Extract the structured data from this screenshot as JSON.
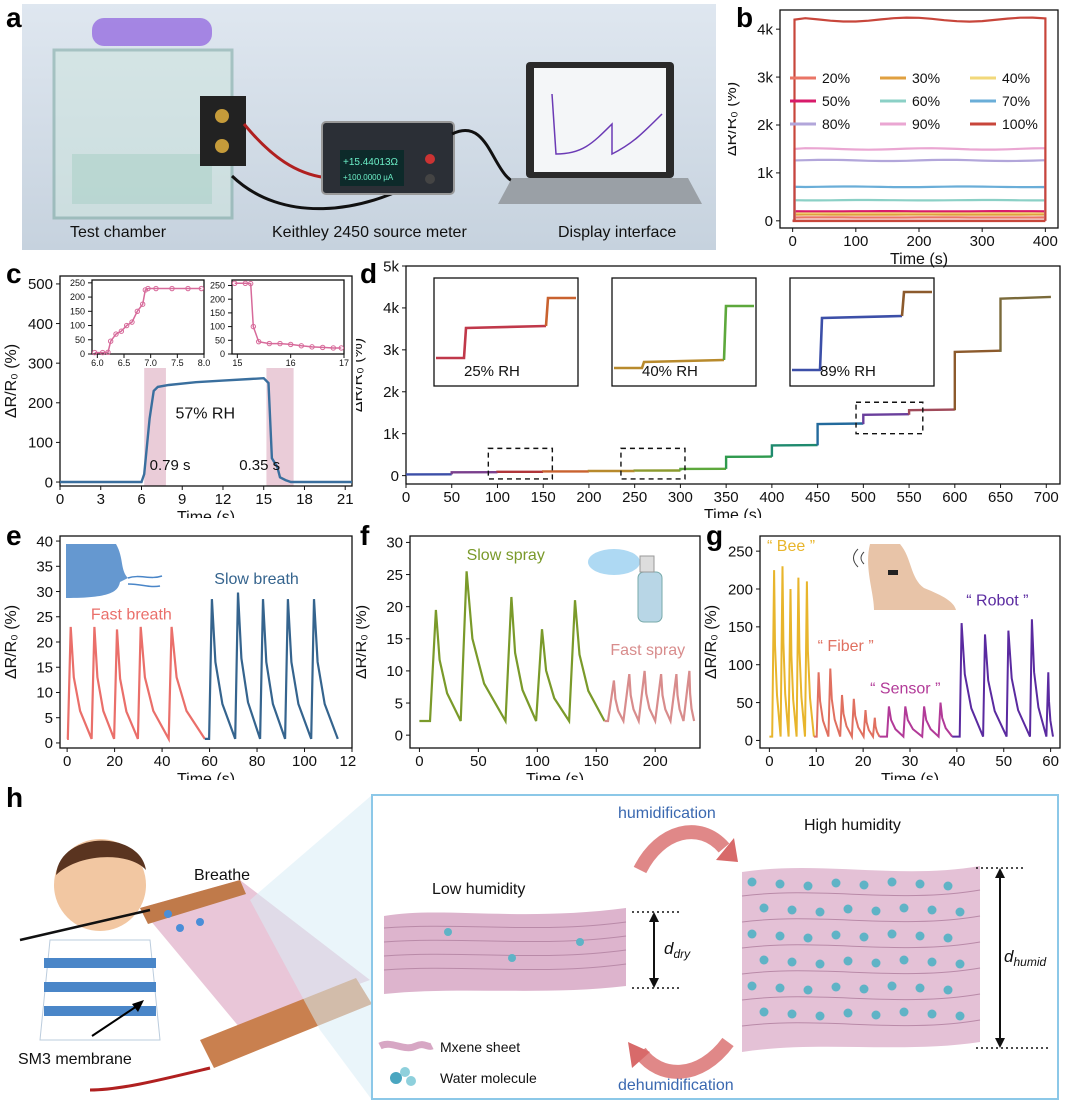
{
  "letters": [
    "a",
    "b",
    "c",
    "d",
    "e",
    "f",
    "g",
    "h"
  ],
  "panel_a": {
    "labels": [
      "Test chamber",
      "Keithley 2450 source meter",
      "Display interface"
    ],
    "meter_readout": [
      "+15.44013Ω",
      "+100.0000 µA"
    ]
  },
  "panel_h": {
    "breathe": "Breathe",
    "membrane": "SM3 membrane",
    "low": "Low humidity",
    "high": "High humidity",
    "humidification": "humidification",
    "dehumidification": "dehumidification",
    "d_dry": "d",
    "d_dry_sub": "dry",
    "d_humid": "d",
    "d_humid_sub": "humid",
    "legend_sheet": "Mxene sheet",
    "legend_water": "Water molecule"
  },
  "colors": {
    "blue_line": "#3a6f9e",
    "pink_shade": "#e8c7d4",
    "red_frame": "#c8463b"
  },
  "chart_data": [
    {
      "id": "b",
      "type": "line",
      "xlabel": "Time (s)",
      "ylabel": "ΔR/R₀ (%)",
      "xlim": [
        -20,
        420
      ],
      "ylim": [
        -150,
        4400
      ],
      "xticks": [
        0,
        100,
        200,
        300,
        400
      ],
      "xticklabels": [
        "0",
        "100",
        "200",
        "300",
        "400"
      ],
      "yticks": [
        0,
        1000,
        2000,
        3000,
        4000
      ],
      "yticklabels": [
        "0",
        "1k",
        "2k",
        "3k",
        "4k"
      ],
      "legend": "upper-center, 3 columns",
      "series": [
        {
          "name": "20%",
          "color": "#ea7566",
          "level": 70
        },
        {
          "name": "30%",
          "color": "#e0a040",
          "level": 130
        },
        {
          "name": "40%",
          "color": "#f2d87a",
          "level": 170
        },
        {
          "name": "50%",
          "color": "#d81b6a",
          "level": 200
        },
        {
          "name": "60%",
          "color": "#8bd0c6",
          "level": 430
        },
        {
          "name": "70%",
          "color": "#6aaed8",
          "level": 710
        },
        {
          "name": "80%",
          "color": "#b2a6da",
          "level": 1260
        },
        {
          "name": "90%",
          "color": "#eaa6d2",
          "level": 1500
        },
        {
          "name": "100%",
          "color": "#c8463b",
          "level": 4200
        }
      ]
    },
    {
      "id": "c",
      "type": "line",
      "xlabel": "Time (s)",
      "ylabel": "ΔR/R₀ (%)",
      "xlim": [
        0,
        21.5
      ],
      "ylim": [
        -10,
        520
      ],
      "xticks": [
        0,
        3,
        6,
        9,
        12,
        15,
        18,
        21
      ],
      "xticklabels": [
        "0",
        "3",
        "6",
        "9",
        "12",
        "15",
        "18",
        "21"
      ],
      "yticks": [
        0,
        100,
        200,
        300,
        400,
        500
      ],
      "yticklabels": [
        "0",
        "100",
        "200",
        "300",
        "400",
        "500"
      ],
      "annotations": [
        "57% RH",
        "0.79 s",
        "0.35 s"
      ],
      "shaded_x": [
        [
          6.2,
          7.8
        ],
        [
          15.2,
          17.2
        ]
      ],
      "x": [
        0,
        3,
        6,
        6.2,
        6.6,
        6.9,
        7.2,
        8,
        10,
        12,
        14,
        15,
        15.35,
        15.6,
        16,
        16.2,
        16.6,
        17,
        18,
        21.5
      ],
      "y": [
        0,
        0,
        0,
        20,
        160,
        230,
        240,
        245,
        252,
        256,
        260,
        262,
        250,
        60,
        38,
        12,
        5,
        0,
        0,
        0
      ],
      "insets": [
        {
          "xlim": [
            5.9,
            8.0
          ],
          "ylim": [
            0,
            260
          ],
          "xticks": [
            6.0,
            6.5,
            7.0,
            7.5,
            8.0
          ],
          "xticklabels": [
            "6.0",
            "6.5",
            "7.0",
            "7.5",
            "8.0"
          ],
          "yticks": [
            0,
            50,
            100,
            150,
            200,
            250
          ],
          "yticklabels": [
            "0",
            "50",
            "100",
            "150",
            "200",
            "250"
          ],
          "x": [
            5.95,
            6.1,
            6.2,
            6.25,
            6.35,
            6.45,
            6.55,
            6.65,
            6.75,
            6.85,
            6.9,
            6.95,
            7.1,
            7.4,
            7.7,
            7.95
          ],
          "y": [
            5,
            5,
            6,
            45,
            70,
            80,
            100,
            112,
            150,
            175,
            225,
            230,
            230,
            230,
            230,
            230
          ]
        },
        {
          "xlim": [
            14.9,
            17.0
          ],
          "ylim": [
            0,
            270
          ],
          "xticks": [
            15,
            16,
            17
          ],
          "xticklabels": [
            "15",
            "16",
            "17"
          ],
          "yticks": [
            0,
            50,
            100,
            150,
            200,
            250
          ],
          "yticklabels": [
            "0",
            "50",
            "100",
            "150",
            "200",
            "250"
          ],
          "x": [
            14.95,
            15.15,
            15.25,
            15.3,
            15.4,
            15.6,
            15.8,
            16.0,
            16.2,
            16.4,
            16.6,
            16.8,
            16.95
          ],
          "y": [
            258,
            258,
            257,
            100,
            45,
            38,
            38,
            35,
            30,
            26,
            24,
            22,
            22
          ]
        }
      ]
    },
    {
      "id": "d",
      "type": "line",
      "xlabel": "Time (s)",
      "ylabel": "ΔR/R₀ (%)",
      "xlim": [
        0,
        715
      ],
      "ylim": [
        -200,
        5000
      ],
      "xticks": [
        0,
        50,
        100,
        150,
        200,
        250,
        300,
        350,
        400,
        450,
        500,
        550,
        600,
        650,
        700
      ],
      "xticklabels": [
        "0",
        "50",
        "100",
        "150",
        "200",
        "250",
        "300",
        "350",
        "400",
        "450",
        "500",
        "550",
        "600",
        "650",
        "700"
      ],
      "yticks": [
        0,
        1000,
        2000,
        3000,
        4000,
        5000
      ],
      "yticklabels": [
        "0",
        "1k",
        "2k",
        "3k",
        "4k",
        "5k"
      ],
      "inset_labels": [
        "25% RH",
        "40% RH",
        "89% RH"
      ],
      "steps": [
        {
          "x0": 0,
          "x1": 50,
          "y": 30,
          "color": "#3c4fa8"
        },
        {
          "x0": 50,
          "x1": 100,
          "y": 80,
          "color": "#7a3f8d"
        },
        {
          "x0": 100,
          "x1": 150,
          "y": 90,
          "color": "#b0353a"
        },
        {
          "x0": 150,
          "x1": 200,
          "y": 100,
          "color": "#c9622f"
        },
        {
          "x0": 200,
          "x1": 250,
          "y": 110,
          "color": "#b88a2c"
        },
        {
          "x0": 250,
          "x1": 300,
          "y": 120,
          "color": "#8c9a2e"
        },
        {
          "x0": 300,
          "x1": 350,
          "y": 160,
          "color": "#5da83c"
        },
        {
          "x0": 350,
          "x1": 400,
          "y": 450,
          "color": "#2f9a4e"
        },
        {
          "x0": 400,
          "x1": 450,
          "y": 720,
          "color": "#1f8a6e"
        },
        {
          "x0": 450,
          "x1": 500,
          "y": 1230,
          "color": "#236a9c"
        },
        {
          "x0": 500,
          "x1": 550,
          "y": 1450,
          "color": "#6a3f9c"
        },
        {
          "x0": 550,
          "x1": 600,
          "y": 1560,
          "color": "#a04a5a"
        },
        {
          "x0": 600,
          "x1": 650,
          "y": 2950,
          "color": "#8c5a2c"
        },
        {
          "x0": 650,
          "x1": 705,
          "y": 4220,
          "color": "#7a6a3a"
        }
      ],
      "dashed_boxes_x": [
        [
          90,
          160
        ],
        [
          235,
          305
        ],
        [
          492,
          565
        ]
      ]
    },
    {
      "id": "e",
      "type": "line",
      "xlabel": "Time (s)",
      "ylabel": "ΔR/R₀ (%)",
      "xlim": [
        -3,
        120
      ],
      "ylim": [
        -1,
        41
      ],
      "xticks": [
        0,
        20,
        40,
        60,
        80,
        100,
        120
      ],
      "xticklabels": [
        "0",
        "20",
        "40",
        "60",
        "80",
        "100",
        "120"
      ],
      "yticks": [
        0,
        5,
        10,
        15,
        20,
        25,
        30,
        35,
        40
      ],
      "yticklabels": [
        "0",
        "5",
        "10",
        "15",
        "20",
        "25",
        "30",
        "35",
        "40"
      ],
      "series": [
        {
          "name": "Fast breath",
          "color": "#ea6f6a",
          "peaks": [
            1.5,
            11.5,
            21,
            31,
            44
          ],
          "peak_values": [
            23,
            23,
            22.5,
            23,
            23
          ],
          "x_end": 58
        },
        {
          "name": "Slow breath",
          "color": "#35648e",
          "peaks": [
            61,
            72,
            82.5,
            93,
            104
          ],
          "peak_values": [
            28.5,
            29.8,
            28.5,
            28.5,
            28.5
          ],
          "x_end": 114
        }
      ]
    },
    {
      "id": "f",
      "type": "line",
      "xlabel": "Time (s)",
      "ylabel": "ΔR/R₀ (%)",
      "xlim": [
        -8,
        238
      ],
      "ylim": [
        -2,
        31
      ],
      "xticks": [
        0,
        50,
        100,
        150,
        200
      ],
      "xticklabels": [
        "0",
        "50",
        "100",
        "150",
        "200"
      ],
      "yticks": [
        0,
        5,
        10,
        15,
        20,
        25,
        30
      ],
      "yticklabels": [
        "0",
        "5",
        "10",
        "15",
        "20",
        "25",
        "30"
      ],
      "series": [
        {
          "name": "Slow spray",
          "color": "#7a9a2a",
          "peaks": [
            14,
            40,
            78,
            104,
            132
          ],
          "peak_values": [
            19.5,
            25.5,
            21.5,
            16.5,
            21
          ],
          "x_end": 157
        },
        {
          "name": "Fast spray",
          "color": "#d88c8c",
          "peaks": [
            165,
            178,
            191,
            205,
            218,
            229
          ],
          "peak_values": [
            8.5,
            9.5,
            10,
            9.5,
            9.5,
            10
          ],
          "x_end": 233
        }
      ]
    },
    {
      "id": "g",
      "type": "line",
      "xlabel": "Time (s)",
      "ylabel": "ΔR/R₀ (%)",
      "xlim": [
        -2,
        62
      ],
      "ylim": [
        -10,
        270
      ],
      "xticks": [
        0,
        10,
        20,
        30,
        40,
        50,
        60
      ],
      "xticklabels": [
        "0",
        "10",
        "20",
        "30",
        "40",
        "50",
        "60"
      ],
      "yticks": [
        0,
        50,
        100,
        150,
        200,
        250
      ],
      "yticklabels": [
        "0",
        "50",
        "100",
        "150",
        "200",
        "250"
      ],
      "series": [
        {
          "name": "“ Bee ”",
          "color": "#e8b52c",
          "peaks": [
            1,
            2.8,
            4.5,
            6.2,
            8
          ],
          "peak_values": [
            225,
            230,
            200,
            215,
            210
          ],
          "x0": 0,
          "x_end": 9.5
        },
        {
          "name": "“ Fiber ”",
          "color": "#e07060",
          "peaks": [
            10.5,
            13,
            15.5,
            18,
            20.5,
            22.5
          ],
          "peak_values": [
            90,
            95,
            60,
            55,
            40,
            30
          ],
          "x0": 9.5,
          "x_end": 23.5
        },
        {
          "name": "“ Sensor ”",
          "color": "#b23a98",
          "peaks": [
            25.5,
            29,
            33,
            36.5
          ],
          "peak_values": [
            45,
            45,
            45,
            50
          ],
          "x0": 23.5,
          "x_end": 39
        },
        {
          "name": "“ Robot ”",
          "color": "#5a2aa0",
          "peaks": [
            41,
            46,
            51,
            56,
            59.5
          ],
          "peak_values": [
            155,
            140,
            145,
            160,
            90
          ],
          "x0": 39,
          "x_end": 60.5
        }
      ]
    }
  ]
}
